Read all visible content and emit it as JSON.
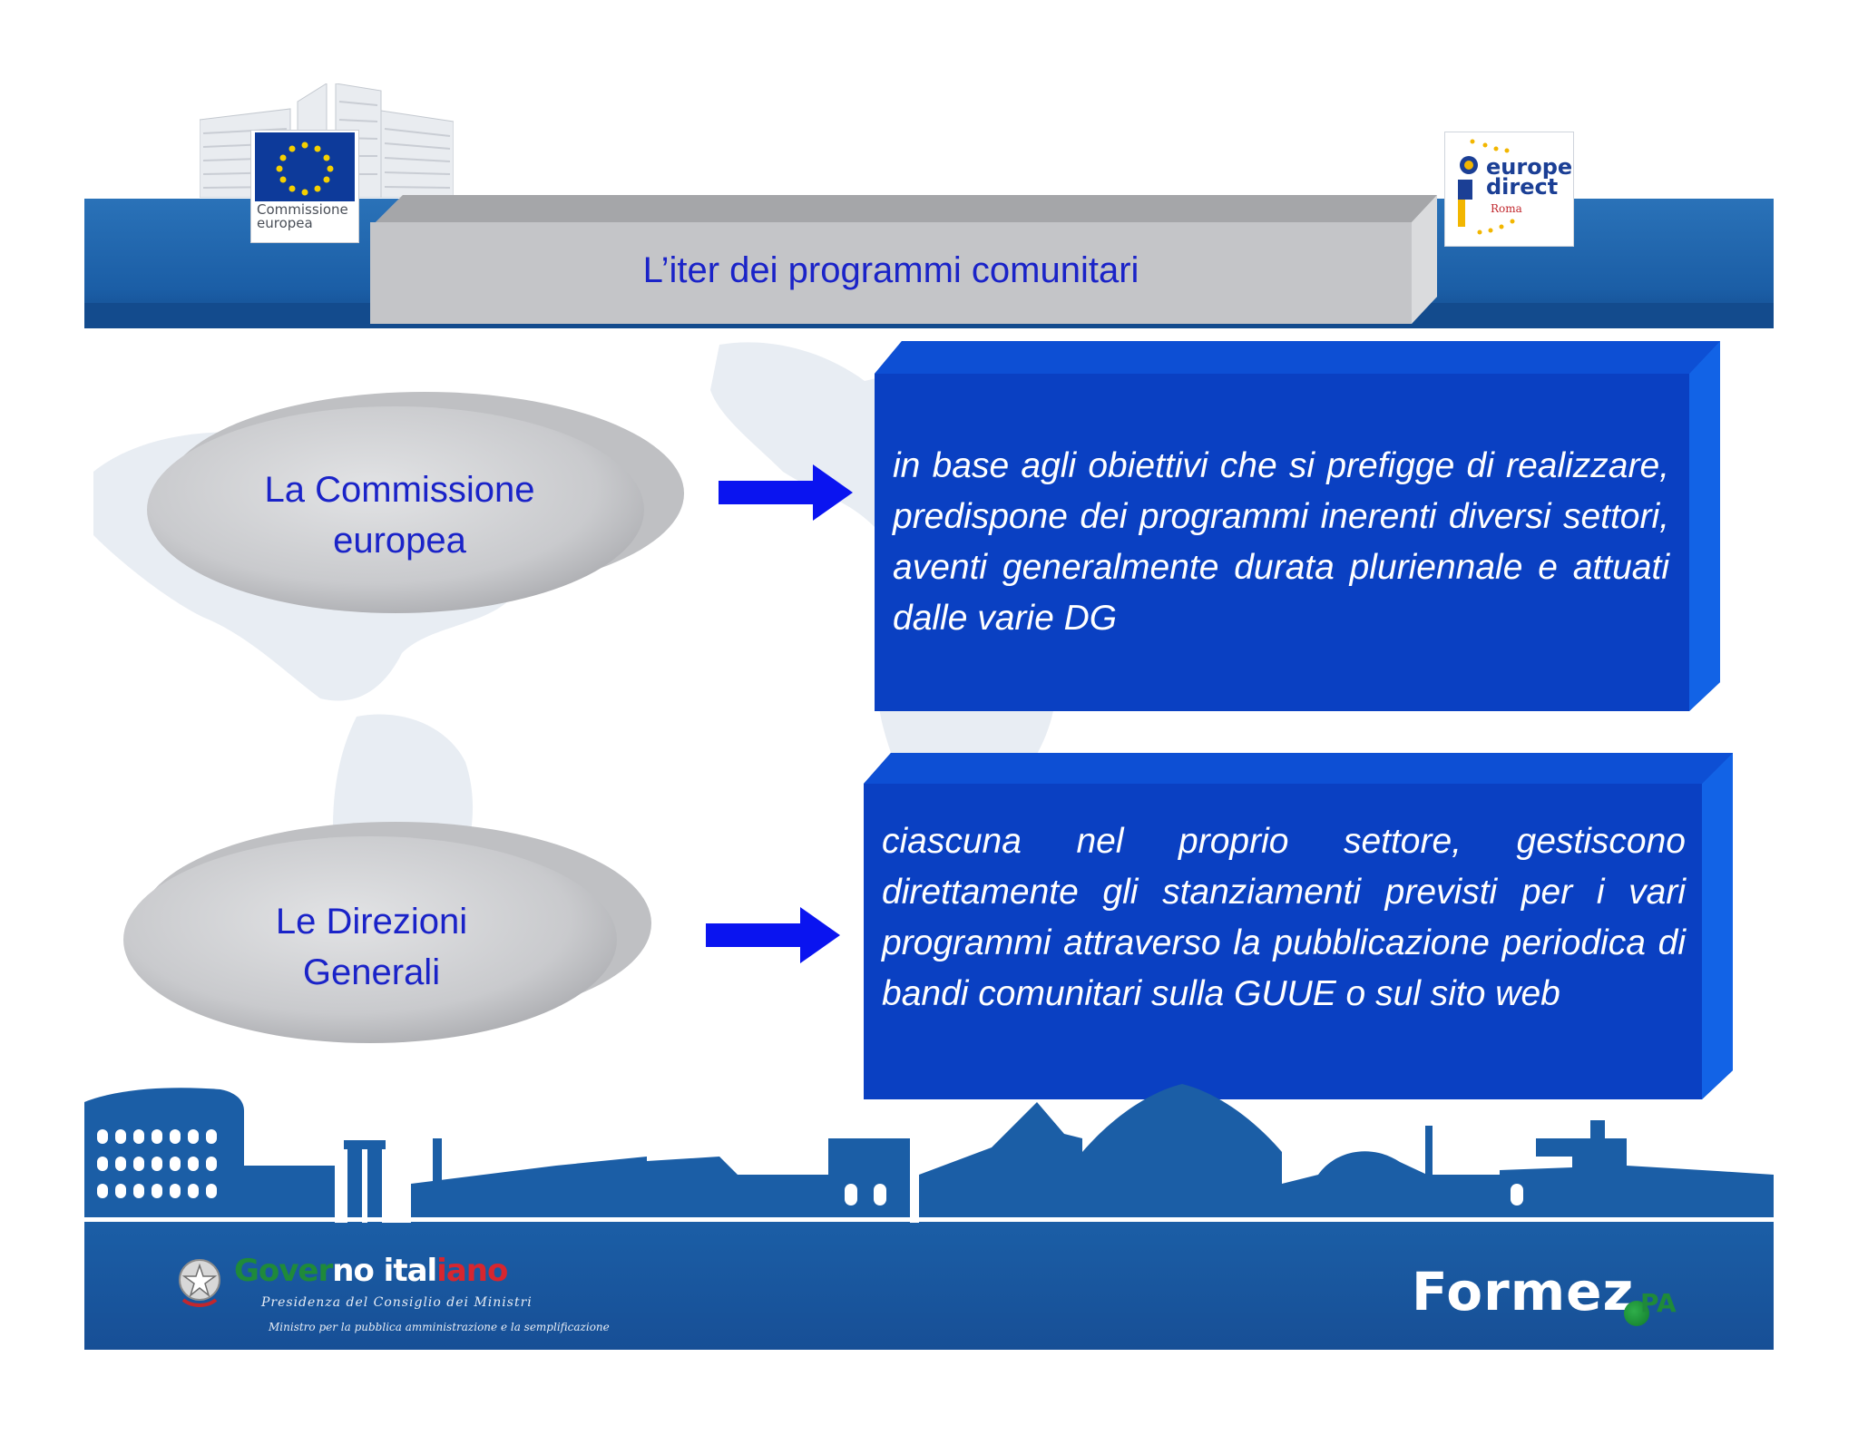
{
  "header": {
    "title": "L’iter dei programmi comunitari",
    "ec_logo_text": "Commissione\neuropea",
    "europe_direct": {
      "line1": "europe",
      "line2": "direct",
      "line3": "Roma"
    }
  },
  "rows": [
    {
      "actor": "La Commissione europea",
      "description": "in base agli obiettivi che si prefigge di realizzare, predispone dei programmi inerenti diversi settori, aventi generalmente durata pluriennale e attuati dalle varie DG"
    },
    {
      "actor": "Le Direzioni Generali",
      "description": "ciascuna nel proprio settore, gestiscono direttamente gli  stanziamenti previsti per i vari  programmi attraverso la  pubblicazione periodica di bandi comunitari sulla GUUE o sul sito web"
    }
  ],
  "footer": {
    "gov_part1": "Gover",
    "gov_part2": "no ital",
    "gov_part3": "iano",
    "gov_sub1": "Presidenza del Consiglio dei Ministri",
    "gov_sub2": "Ministro per la pubblica amministrazione e la semplificazione",
    "formez": "Formez",
    "formez_suffix": "PA"
  },
  "colors": {
    "header_blue": "#1b5ea6",
    "title_text": "#1a23c8",
    "box_blue": "#0a3fc0",
    "arrow_blue": "#0a14f0",
    "gov_green": "#1f8a3a",
    "gov_red": "#d7262f"
  },
  "icons": [
    "eu-flag-icon",
    "europe-direct-logo-icon",
    "arrow-right-icon",
    "italian-emblem-icon",
    "formez-dot-icon"
  ]
}
